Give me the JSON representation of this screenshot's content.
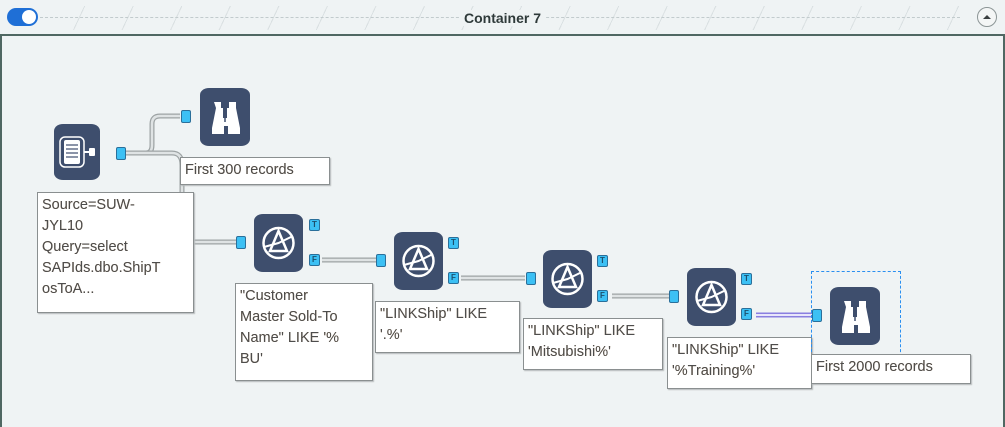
{
  "container": {
    "title": "Container 7",
    "enabled": true,
    "toggle_icon": "toggle-switch-on-icon",
    "collapse_icon": "chevron-up-circle-icon"
  },
  "colors": {
    "tool_body": "#3e4e6d",
    "port": "#3cc0f4",
    "toggle": "#1f6fd6",
    "border": "#4f6762",
    "selection": "#2a8ff0",
    "selected_wire": "#8a7fe0"
  },
  "tools": {
    "input": {
      "icon": "database-input-icon",
      "annotation": "Source=SUW-\nJYL10\nQuery=select\nSAPIds.dbo.ShipT\nosToA..."
    },
    "browse1": {
      "icon": "binoculars-icon",
      "annotation": "First 300 records"
    },
    "filter1": {
      "icon": "filter-icon",
      "annotation": "\"Customer\nMaster Sold-To\nName\" LIKE '%\nBU'",
      "true_label": "T",
      "false_label": "F"
    },
    "filter2": {
      "icon": "filter-icon",
      "annotation": "\"LINKShip\" LIKE\n'.%'",
      "true_label": "T",
      "false_label": "F"
    },
    "filter3": {
      "icon": "filter-icon",
      "annotation": "\"LINKShip\" LIKE\n'Mitsubishi%'",
      "true_label": "T",
      "false_label": "F"
    },
    "filter4": {
      "icon": "filter-icon",
      "annotation": "\"LINKShip\" LIKE\n'%Training%'",
      "true_label": "T",
      "false_label": "F"
    },
    "browse2": {
      "icon": "binoculars-icon",
      "annotation": "First 2000 records",
      "selected": true
    }
  }
}
